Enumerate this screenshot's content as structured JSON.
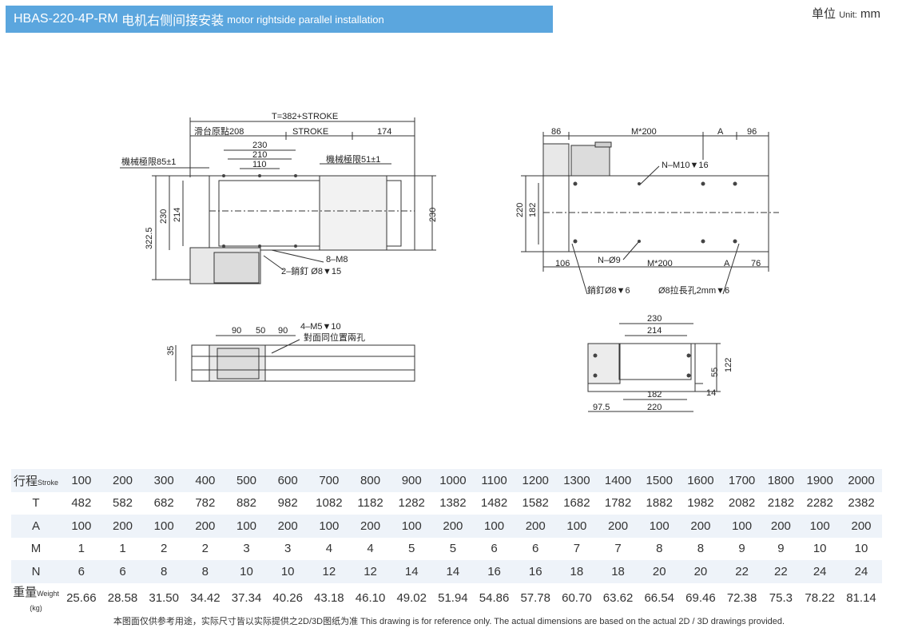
{
  "header": {
    "model": "HBAS-220-4P-RM",
    "title_cn": "电机右侧间接安装",
    "title_en": "motor rightside parallel installation",
    "unit_cn": "单位",
    "unit_en": "Unit:",
    "unit_value": "mm"
  },
  "drawing": {
    "top": {
      "total": "T=382+STROKE",
      "origin": "滑台原點208",
      "stroke": "STROKE",
      "d174": "174",
      "d230": "230",
      "d210": "210",
      "d110": "110",
      "limit_left": "機械極限85±1",
      "limit_right": "機械極限51±1",
      "h322": "322.5",
      "h230": "230",
      "h214": "214",
      "h230r": "230",
      "m8": "8–M8",
      "pin": "2–銷釘 Ø8▼15"
    },
    "side": {
      "d90a": "90",
      "d50": "50",
      "d90b": "90",
      "m5": "4–M5▼10",
      "m5_note": "對面同位置兩孔",
      "h35": "35"
    },
    "bottom": {
      "d86": "86",
      "m200": "M*200",
      "a": "A",
      "d96": "96",
      "nm10": "N–M10▼16",
      "h220": "220",
      "h182": "182",
      "d106": "106",
      "n9": "N–Ø9",
      "m200b": "M*200",
      "a2": "A",
      "d76": "76",
      "pin": "銷釘Ø8▼6",
      "slot": "Ø8拉長孔2mm▼6"
    },
    "end": {
      "d230": "230",
      "d214": "214",
      "d182": "182",
      "d220": "220",
      "d97": "97.5",
      "h122": "122",
      "h55": "55",
      "d14": "14"
    }
  },
  "table": {
    "rows": [
      {
        "label": "行程",
        "sub": "Stroke",
        "values": [
          "100",
          "200",
          "300",
          "400",
          "500",
          "600",
          "700",
          "800",
          "900",
          "1000",
          "1100",
          "1200",
          "1300",
          "1400",
          "1500",
          "1600",
          "1700",
          "1800",
          "1900",
          "2000"
        ]
      },
      {
        "label": "T",
        "sub": "",
        "values": [
          "482",
          "582",
          "682",
          "782",
          "882",
          "982",
          "1082",
          "1182",
          "1282",
          "1382",
          "1482",
          "1582",
          "1682",
          "1782",
          "1882",
          "1982",
          "2082",
          "2182",
          "2282",
          "2382"
        ]
      },
      {
        "label": "A",
        "sub": "",
        "values": [
          "100",
          "200",
          "100",
          "200",
          "100",
          "200",
          "100",
          "200",
          "100",
          "200",
          "100",
          "200",
          "100",
          "200",
          "100",
          "200",
          "100",
          "200",
          "100",
          "200"
        ]
      },
      {
        "label": "M",
        "sub": "",
        "values": [
          "1",
          "1",
          "2",
          "2",
          "3",
          "3",
          "4",
          "4",
          "5",
          "5",
          "6",
          "6",
          "7",
          "7",
          "8",
          "8",
          "9",
          "9",
          "10",
          "10"
        ]
      },
      {
        "label": "N",
        "sub": "",
        "values": [
          "6",
          "6",
          "8",
          "8",
          "10",
          "10",
          "12",
          "12",
          "14",
          "14",
          "16",
          "16",
          "18",
          "18",
          "20",
          "20",
          "22",
          "22",
          "24",
          "24"
        ]
      },
      {
        "label": "重量",
        "sub": "Weight (kg)",
        "values": [
          "25.66",
          "28.58",
          "31.50",
          "34.42",
          "37.34",
          "40.26",
          "43.18",
          "46.10",
          "49.02",
          "51.94",
          "54.86",
          "57.78",
          "60.70",
          "63.62",
          "66.54",
          "69.46",
          "72.38",
          "75.3",
          "78.22",
          "81.14"
        ]
      }
    ]
  },
  "footnote": "本图面仅供参考用途，实际尺寸皆以实际提供之2D/3D图纸为准 This drawing is for reference only. The actual dimensions are based on the actual 2D / 3D drawings provided.",
  "colors": {
    "banner": "#5ba6de",
    "row_shade": "#eef3f9"
  }
}
